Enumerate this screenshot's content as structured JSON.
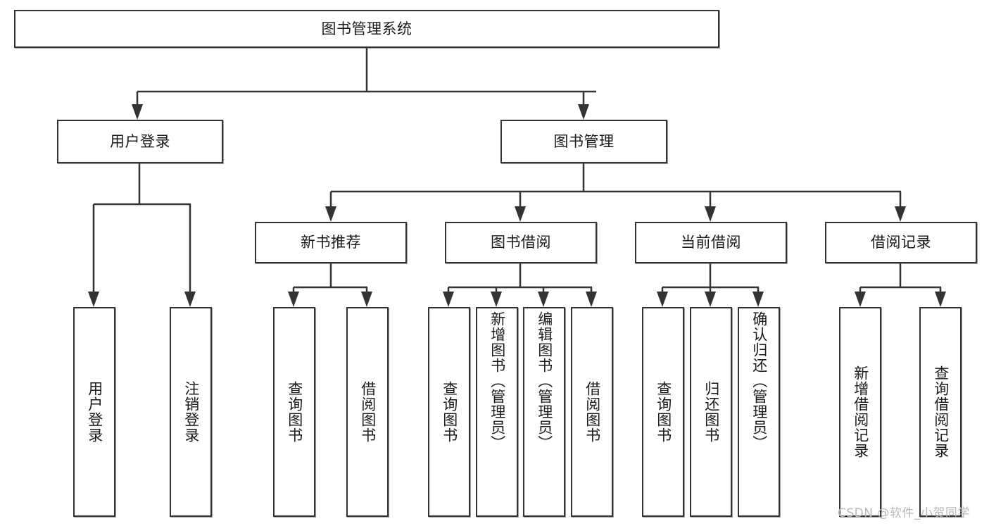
{
  "diagram": {
    "type": "tree-hierarchy-chart",
    "title": "图书管理系统",
    "root": {
      "label": "图书管理系统",
      "level": 1
    },
    "level2": [
      {
        "label": "用户登录"
      },
      {
        "label": "图书管理"
      }
    ],
    "level3": [
      {
        "label": "新书推荐"
      },
      {
        "label": "图书借阅"
      },
      {
        "label": "当前借阅"
      },
      {
        "label": "借阅记录"
      }
    ],
    "leaves": {
      "user_login": [
        {
          "label": "用户登录"
        },
        {
          "label": "注销登录"
        }
      ],
      "new_book_recommend": [
        {
          "label": "查询图书"
        },
        {
          "label": "借阅图书"
        }
      ],
      "book_borrow": [
        {
          "label": "查询图书"
        },
        {
          "label": "新增图书（管理员）"
        },
        {
          "label": "编辑图书（管理员）"
        },
        {
          "label": "借阅图书"
        }
      ],
      "current_borrow": [
        {
          "label": "查询图书"
        },
        {
          "label": "归还图书"
        },
        {
          "label": "确认归还（管理员）"
        }
      ],
      "borrow_records": [
        {
          "label": "新增借阅记录"
        },
        {
          "label": "查询借阅记录"
        }
      ]
    }
  },
  "watermark": {
    "text": "CSDN @软件_小贺同学"
  },
  "colors": {
    "box_border": "#333333",
    "text": "#1a1a1a",
    "background": "#ffffff",
    "connector": "#333333",
    "watermark": "#b8b8b8"
  }
}
